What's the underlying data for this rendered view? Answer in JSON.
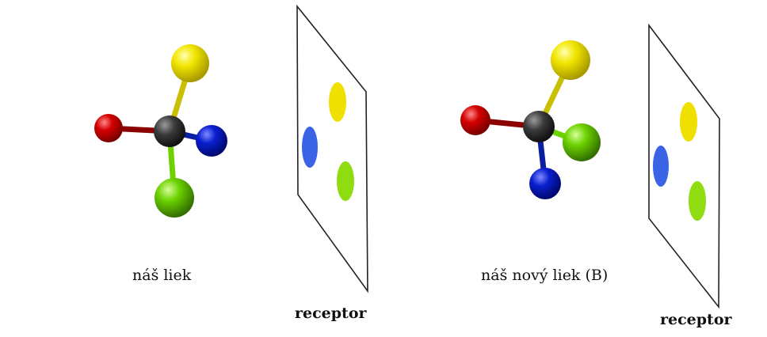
{
  "labels": {
    "drug_a": "náš liek",
    "drug_b": "náš nový liek (B)",
    "receptor_a": "receptor",
    "receptor_b": "receptor"
  },
  "colors": {
    "carbon": "#3a3a3a",
    "yellow": "#f2e600",
    "red": "#d40000",
    "blue": "#0a1fd0",
    "green": "#6cd200",
    "site_blue": "#3b63e6",
    "site_yellow": "#f0e000",
    "site_green": "#8fdc10",
    "outline": "#222222"
  },
  "molecules": [
    {
      "name": "drug-a",
      "atoms": [
        "carbon",
        "yellow",
        "red",
        "blue",
        "green"
      ]
    },
    {
      "name": "drug-b",
      "atoms": [
        "carbon",
        "yellow",
        "red",
        "green",
        "blue"
      ]
    }
  ],
  "receptors": [
    {
      "name": "receptor-a",
      "sites": [
        "blue",
        "yellow",
        "green"
      ]
    },
    {
      "name": "receptor-b",
      "sites": [
        "blue",
        "yellow",
        "green"
      ]
    }
  ]
}
